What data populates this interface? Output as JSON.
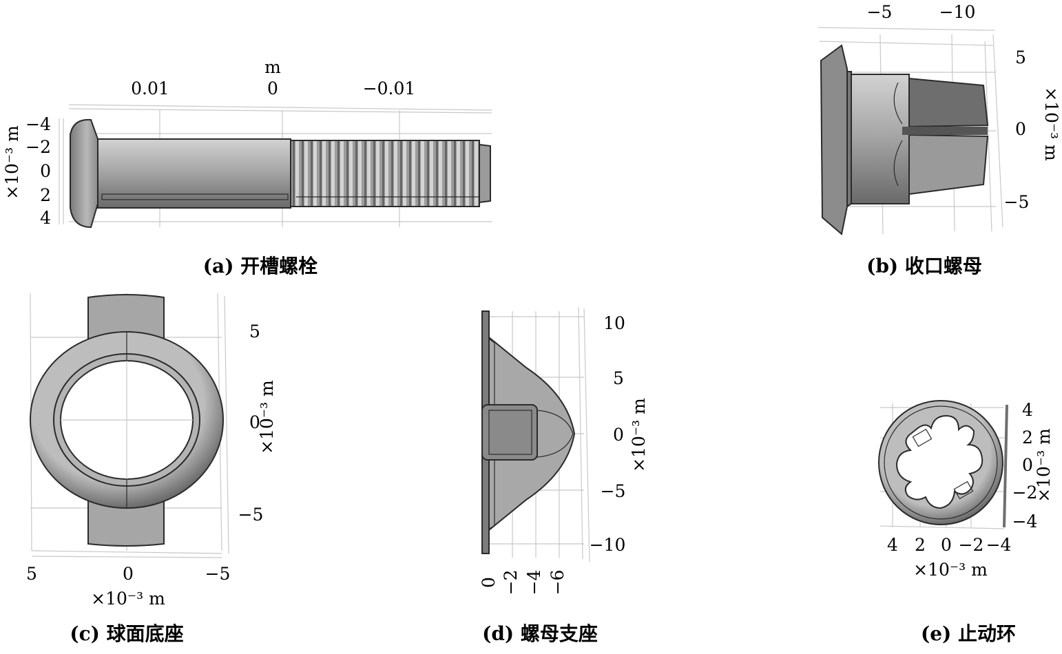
{
  "panels": {
    "a": {
      "caption": "(a) 开槽螺栓",
      "top_axis_unit": "m",
      "top_ticks": [
        "0.01",
        "0",
        "−0.01"
      ],
      "left_ticks": [
        "−4",
        "−2",
        "0",
        "2",
        "4"
      ],
      "left_unit": "×10⁻³ m"
    },
    "b": {
      "caption": "(b) 收口螺母",
      "top_ticks": [
        "−5",
        "−10"
      ],
      "right_ticks": [
        "5",
        "0",
        "−5"
      ],
      "right_unit": "×10⁻³ m"
    },
    "c": {
      "caption": "(c) 球面底座",
      "right_ticks": [
        "5",
        "0",
        "−5"
      ],
      "right_unit": "×10⁻³ m",
      "bottom_ticks": [
        "5",
        "0",
        "−5"
      ],
      "bottom_unit": "×10⁻³ m"
    },
    "d": {
      "caption": "(d) 螺母支座",
      "right_ticks": [
        "10",
        "5",
        "0",
        "−5",
        "−10"
      ],
      "right_unit": "×10⁻³ m",
      "bottom_ticks": [
        "0",
        "−2",
        "−4",
        "−6"
      ]
    },
    "e": {
      "caption": "(e) 止动环",
      "right_ticks": [
        "4",
        "2",
        "0",
        "−2",
        "−4"
      ],
      "right_unit": "×10⁻³ m",
      "bottom_ticks": [
        "4",
        "2",
        "0",
        "−2",
        "−4"
      ],
      "bottom_unit": "×10⁻³ m"
    }
  },
  "colors": {
    "part_fill": "#a4a4a4",
    "part_dark": "#6e6e6e",
    "part_light": "#c9c9c9",
    "grid": "#c8c8c8"
  }
}
